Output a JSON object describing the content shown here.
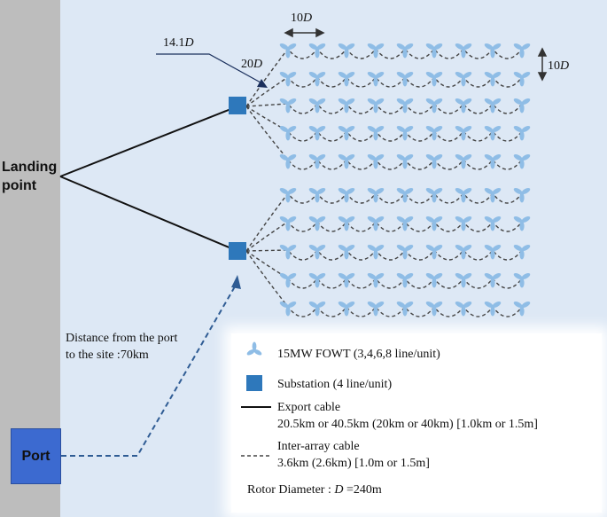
{
  "labels": {
    "landing_line1": "Landing",
    "landing_line2": "point",
    "port": "Port",
    "distance_line1": "Distance from the port",
    "distance_line2": "to the site :70km",
    "dim_14": "14.1",
    "dim_20": "20",
    "dim_10h": "10",
    "dim_10v": "10",
    "dim_unit": "D"
  },
  "legend": {
    "fowt": "15MW FOWT (3,4,6,8 line/unit)",
    "substation": "Substation (4 line/unit)",
    "export_title": "Export cable",
    "export_detail": "20.5km or 40.5km (20km or 40km) [1.0km or 1.5m]",
    "inter_title": "Inter-array cable",
    "inter_detail": "3.6km (2.6km) [1.0m or 1.5m]",
    "rotor_prefix": "Rotor Diameter : ",
    "rotor_symbol": "D",
    "rotor_value": " =240m"
  },
  "colors": {
    "background": "#dde8f5",
    "land": "#bdbdbd",
    "substation": "#2e78bb",
    "turbine": "#8fbde6",
    "port": "#3c6ad0",
    "cable": "#111111",
    "inter_array": "#444444",
    "route": "#2f5c94"
  },
  "farm": {
    "turbine_icon": "three-blade-turbine-icon",
    "rows_per_block": 5,
    "columns": 9
  }
}
